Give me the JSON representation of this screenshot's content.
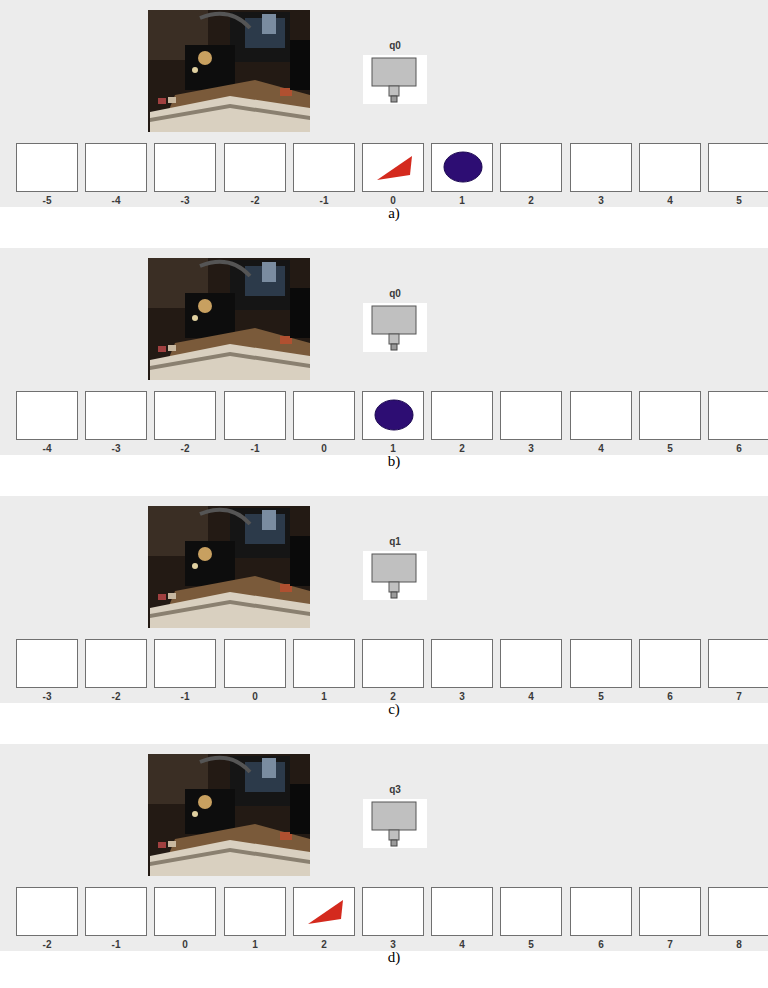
{
  "diagram": {
    "nodes": [
      {
        "text": [
          "q0"
        ]
      },
      {
        "text": [
          "-5"
        ]
      },
      {
        "text": [
          "-4"
        ]
      },
      {
        "text": [
          "-3"
        ]
      },
      {
        "text": [
          "-2"
        ]
      },
      {
        "text": [
          "-1"
        ]
      },
      {
        "text": [
          "0"
        ]
      },
      {
        "text": [
          "1"
        ]
      },
      {
        "text": [
          "2"
        ]
      },
      {
        "text": [
          "3"
        ]
      },
      {
        "text": [
          "4"
        ]
      },
      {
        "text": [
          "5"
        ]
      },
      {
        "text": [
          "q0"
        ]
      },
      {
        "text": [
          "-4"
        ]
      },
      {
        "text": [
          "-3"
        ]
      },
      {
        "text": [
          "-2"
        ]
      },
      {
        "text": [
          "-1"
        ]
      },
      {
        "text": [
          "0"
        ]
      },
      {
        "text": [
          "1"
        ]
      },
      {
        "text": [
          "2"
        ]
      },
      {
        "text": [
          "3"
        ]
      },
      {
        "text": [
          "4"
        ]
      },
      {
        "text": [
          "5"
        ]
      },
      {
        "text": [
          "6"
        ]
      },
      {
        "text": [
          "q1"
        ]
      },
      {
        "text": [
          "-3"
        ]
      },
      {
        "text": [
          "-2"
        ]
      },
      {
        "text": [
          "-1"
        ]
      },
      {
        "text": [
          "0"
        ]
      },
      {
        "text": [
          "1"
        ]
      },
      {
        "text": [
          "2"
        ]
      },
      {
        "text": [
          "3"
        ]
      },
      {
        "text": [
          "4"
        ]
      },
      {
        "text": [
          "5"
        ]
      },
      {
        "text": [
          "6"
        ]
      },
      {
        "text": [
          "7"
        ]
      },
      {
        "text": [
          "q3"
        ]
      },
      {
        "text": [
          "-2"
        ]
      },
      {
        "text": [
          "-1"
        ]
      },
      {
        "text": [
          "0"
        ]
      },
      {
        "text": [
          "1"
        ]
      },
      {
        "text": [
          "2"
        ]
      },
      {
        "text": [
          "3"
        ]
      },
      {
        "text": [
          "4"
        ]
      },
      {
        "text": [
          "5"
        ]
      },
      {
        "text": [
          "6"
        ]
      },
      {
        "text": [
          "7"
        ]
      },
      {
        "text": [
          "8"
        ]
      }
    ],
    "labels": [
      "a)",
      "b)",
      "c)",
      "d)"
    ]
  }
}
